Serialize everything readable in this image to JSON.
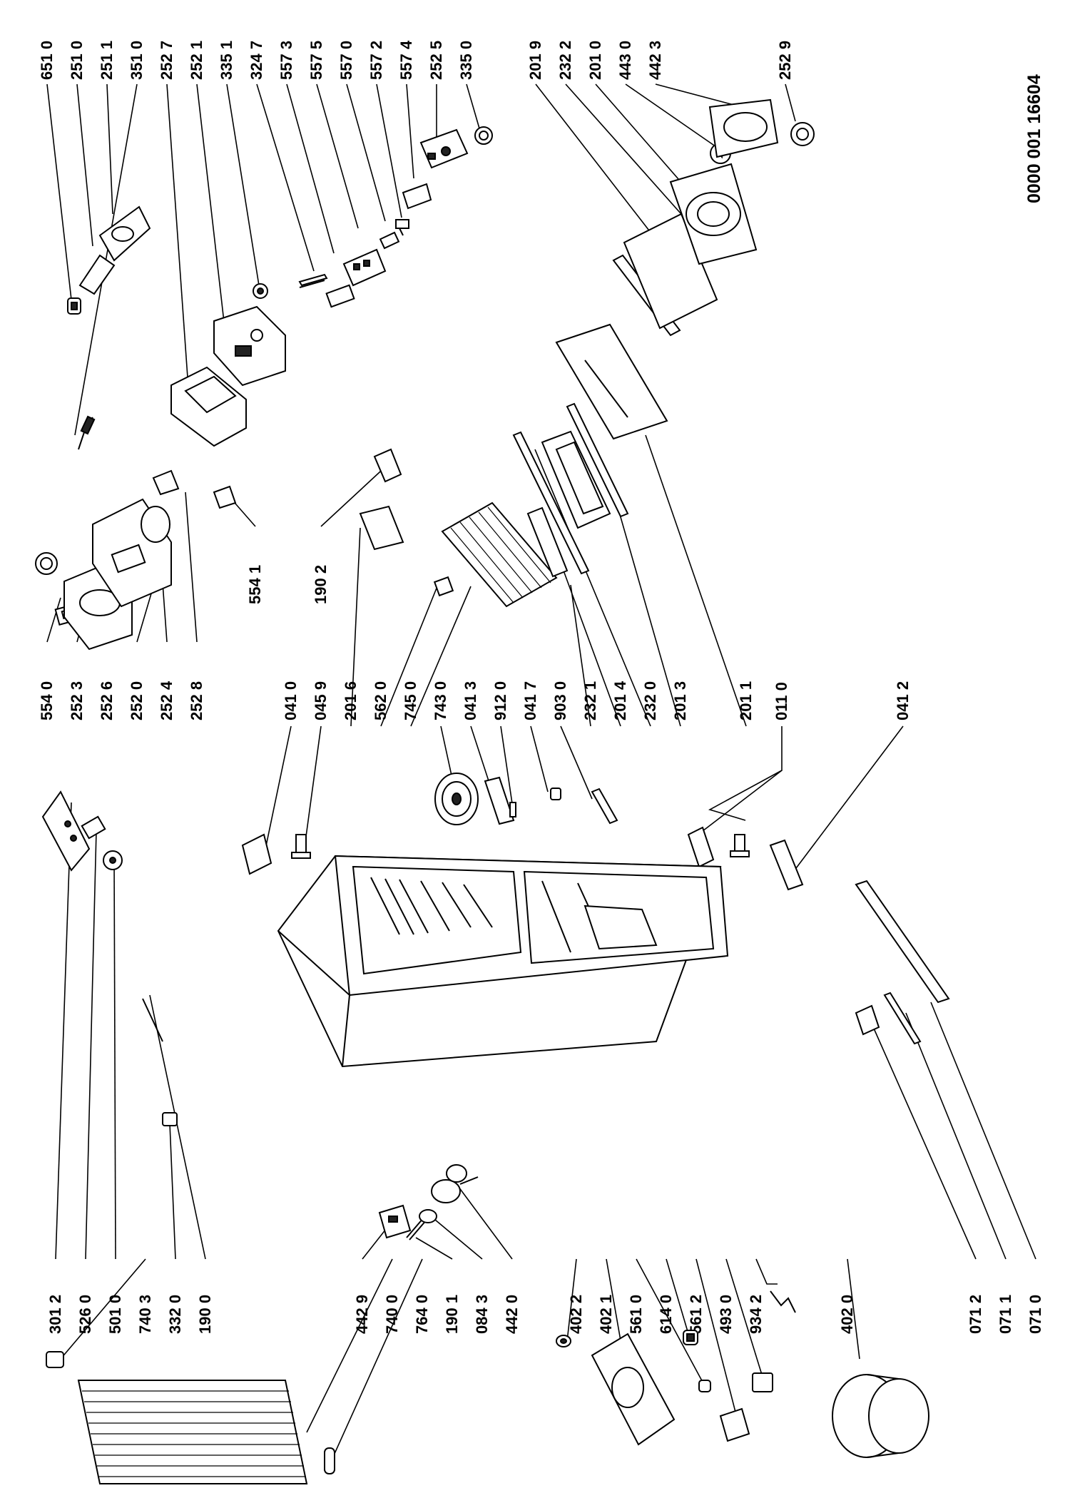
{
  "document_number": "0000 001 16604",
  "labels": {
    "top_left_group": [
      "651 0",
      "251 0",
      "251 1",
      "351 0",
      "252 7",
      "252 1",
      "335 1",
      "324 7",
      "557 3",
      "557 5",
      "557 0",
      "557 2",
      "557 4",
      "252 5",
      "335 0"
    ],
    "top_right_group": [
      "201 9",
      "232 2",
      "201 0",
      "443 0",
      "442 3",
      "252 9"
    ],
    "upper_left_mid": [
      "554 0",
      "252 3",
      "252 6",
      "252 0",
      "252 4",
      "252 8"
    ],
    "upper_right_mid": [
      "554 1",
      "190 2"
    ],
    "center_column": [
      "041 0",
      "045 9",
      "201 6",
      "562 0",
      "745 0",
      "743 0",
      "041 3",
      "912 0",
      "041 7",
      "903 0",
      "232 1",
      "201 4",
      "232 0",
      "201 3",
      "201 1",
      "011 0",
      "041 2"
    ],
    "lower_left_top": [
      "301 2",
      "526 0",
      "501 0",
      "740 3",
      "332 0",
      "190 0"
    ],
    "lower_left_mid": [
      "442 9",
      "740 0",
      "764 0",
      "190 1",
      "084 3",
      "442 0"
    ],
    "lower_left_bottom": [
      "402 2",
      "402 1",
      "561 0",
      "614 0",
      "561 2",
      "493 0",
      "934 2",
      "402 0"
    ],
    "lower_right": [
      "071 2",
      "071 1",
      "071 0"
    ]
  }
}
